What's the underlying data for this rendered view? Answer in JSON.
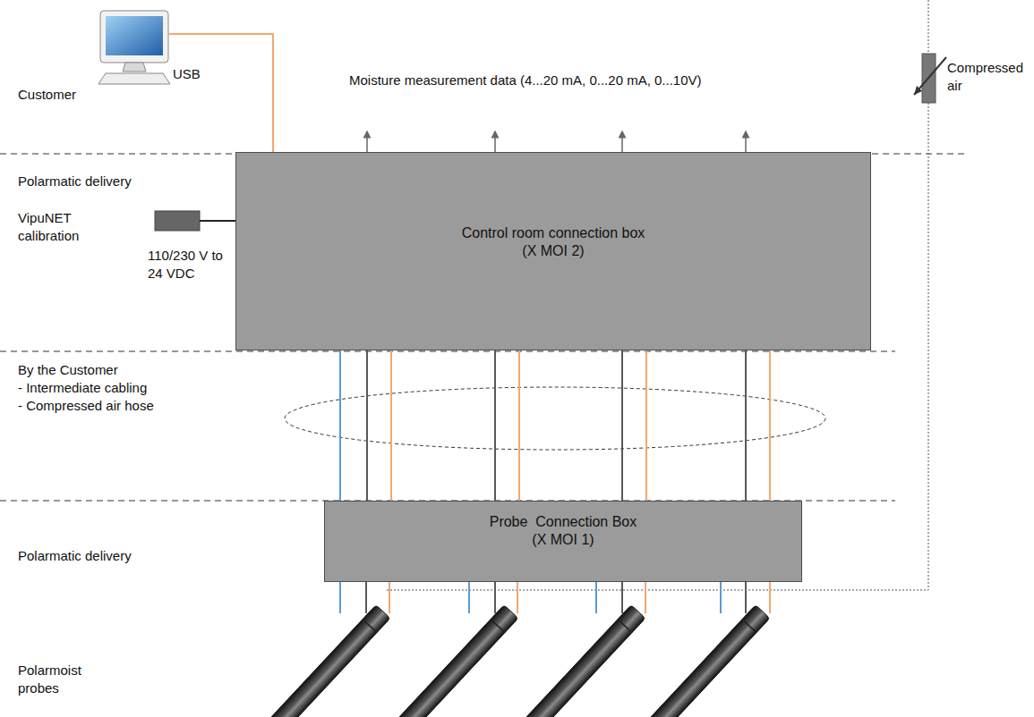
{
  "diagram": {
    "nodes": [
      {
        "text": [
          "Control room connection box",
          "(X MOI 2)"
        ]
      },
      {
        "text": [
          "Probe  Connection Box",
          "(X MOI 1)"
        ]
      }
    ],
    "edges": [
      {
        "from": 0,
        "to": 1,
        "arrow": "none"
      },
      {
        "from": 0,
        "to": 1,
        "arrow": "none"
      },
      {
        "from": 0,
        "to": 1,
        "arrow": "none"
      },
      {
        "from": 0,
        "to": 1,
        "arrow": "none"
      },
      {
        "from": 0,
        "to": 1,
        "arrow": "none"
      },
      {
        "from": 0,
        "to": 1,
        "arrow": "none"
      },
      {
        "from": 0,
        "to": 1,
        "arrow": "none"
      },
      {
        "from": 0,
        "to": 1,
        "arrow": "none"
      },
      {
        "from": 0,
        "to": 1,
        "arrow": "none"
      }
    ],
    "labels": [
      "USB",
      "Moisture measurement data (4...20 mA, 0...20 mA, 0...10V)",
      "Compressed air",
      "Customer",
      "Polarmatic delivery",
      "VipuNET calibration",
      "110/230 V to 24 VDC",
      "By the Customer",
      "- Intermediate cabling",
      "- Compressed air hose",
      "Polarmatic delivery",
      "Polarmoist probes"
    ]
  }
}
